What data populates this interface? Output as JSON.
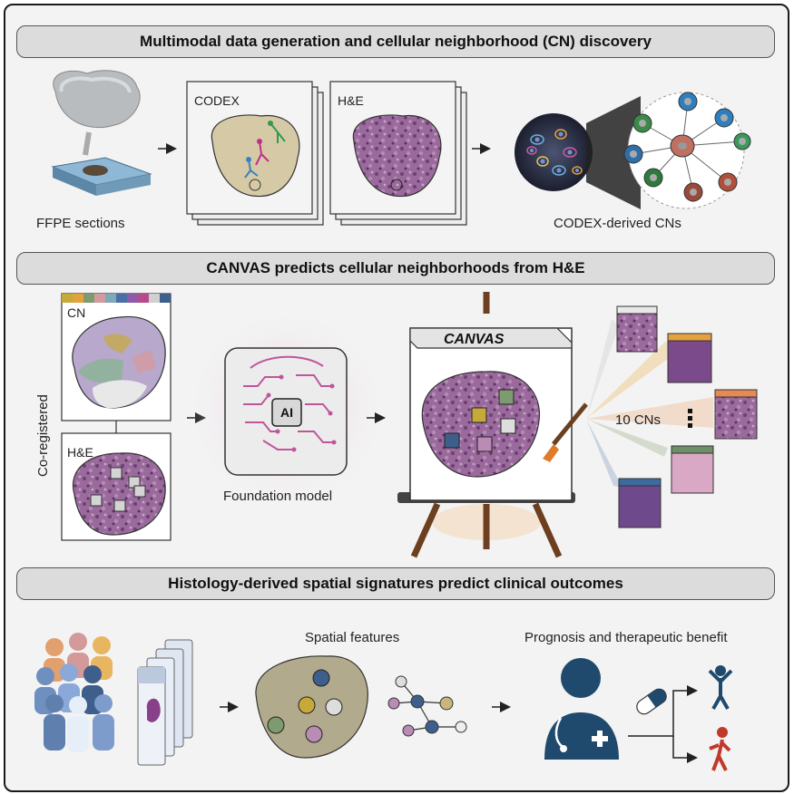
{
  "sections": {
    "s1_title": "Multimodal data generation and cellular neighborhood (CN) discovery",
    "s2_title": "CANVAS predicts cellular neighborhoods from H&E",
    "s3_title": "Histology-derived spatial signatures predict clinical outcomes"
  },
  "labels": {
    "ffpe": "FFPE sections",
    "codex": "CODEX",
    "he": "H&E",
    "codex_cns": "CODEX-derived CNs",
    "cn": "CN",
    "he2": "H&E",
    "coregistered": "Co-registered",
    "ai": "AI",
    "foundation_model": "Foundation model",
    "canvas": "CANVAS",
    "ten_cns": "10 CNs",
    "spatial_features": "Spatial features",
    "prognosis": "Prognosis and therapeutic benefit"
  },
  "colors": {
    "cn_palette": [
      "#c7a93a",
      "#e4a23d",
      "#7d9a70",
      "#b05c8a",
      "#7fa8b8",
      "#4a6fa5",
      "#8c5aa8",
      "#b44b8a",
      "#d0d0d0",
      "#3e5e8c"
    ],
    "tissue_purple": "#8e5a8f",
    "canvas_paint_brush": "#e07b2a",
    "doctor_navy": "#1f4a6e"
  }
}
